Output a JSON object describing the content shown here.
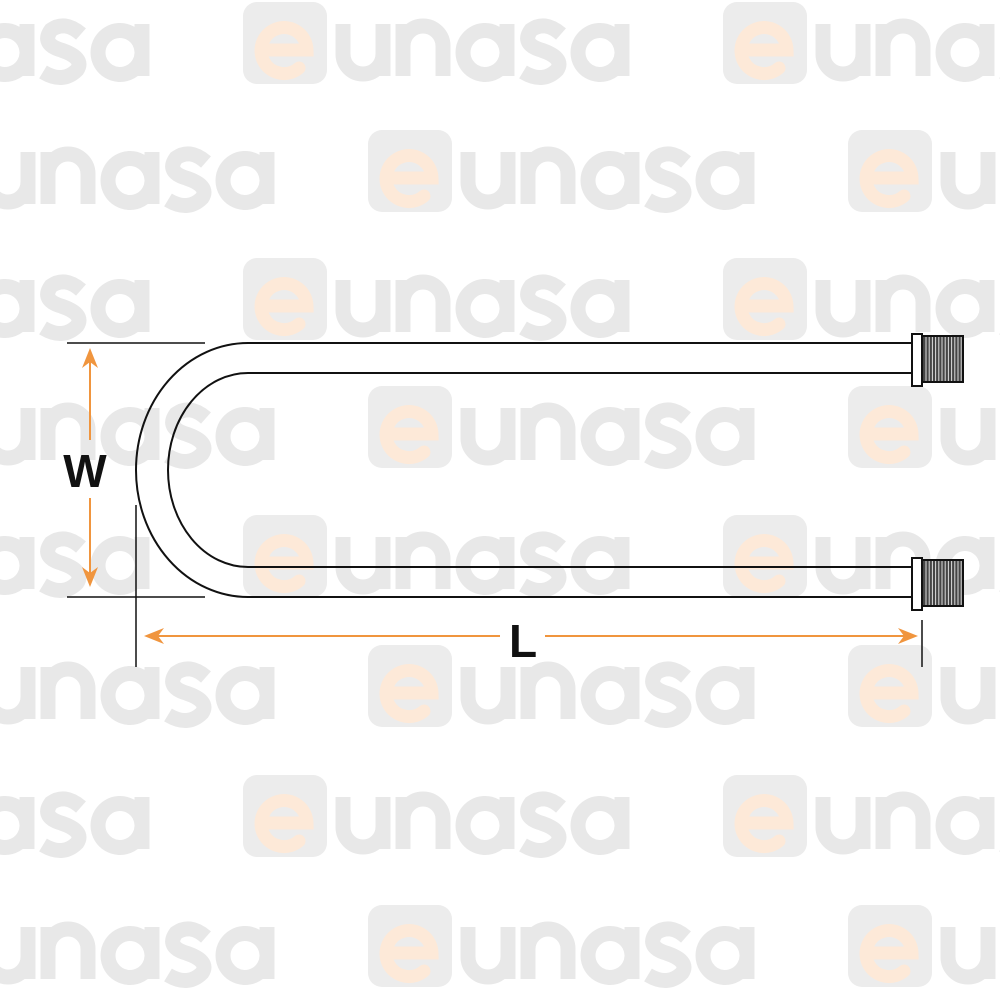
{
  "watermark": {
    "brand": "eunasa",
    "brand_prefix": "e",
    "brand_rest": "unasa"
  },
  "dimensions": {
    "width_label": "W",
    "length_label": "L"
  },
  "colors": {
    "arrow": "#f0953e",
    "line": "#111111",
    "watermark_gray": "#e8e8e8",
    "watermark_orange": "#fde9d8"
  }
}
